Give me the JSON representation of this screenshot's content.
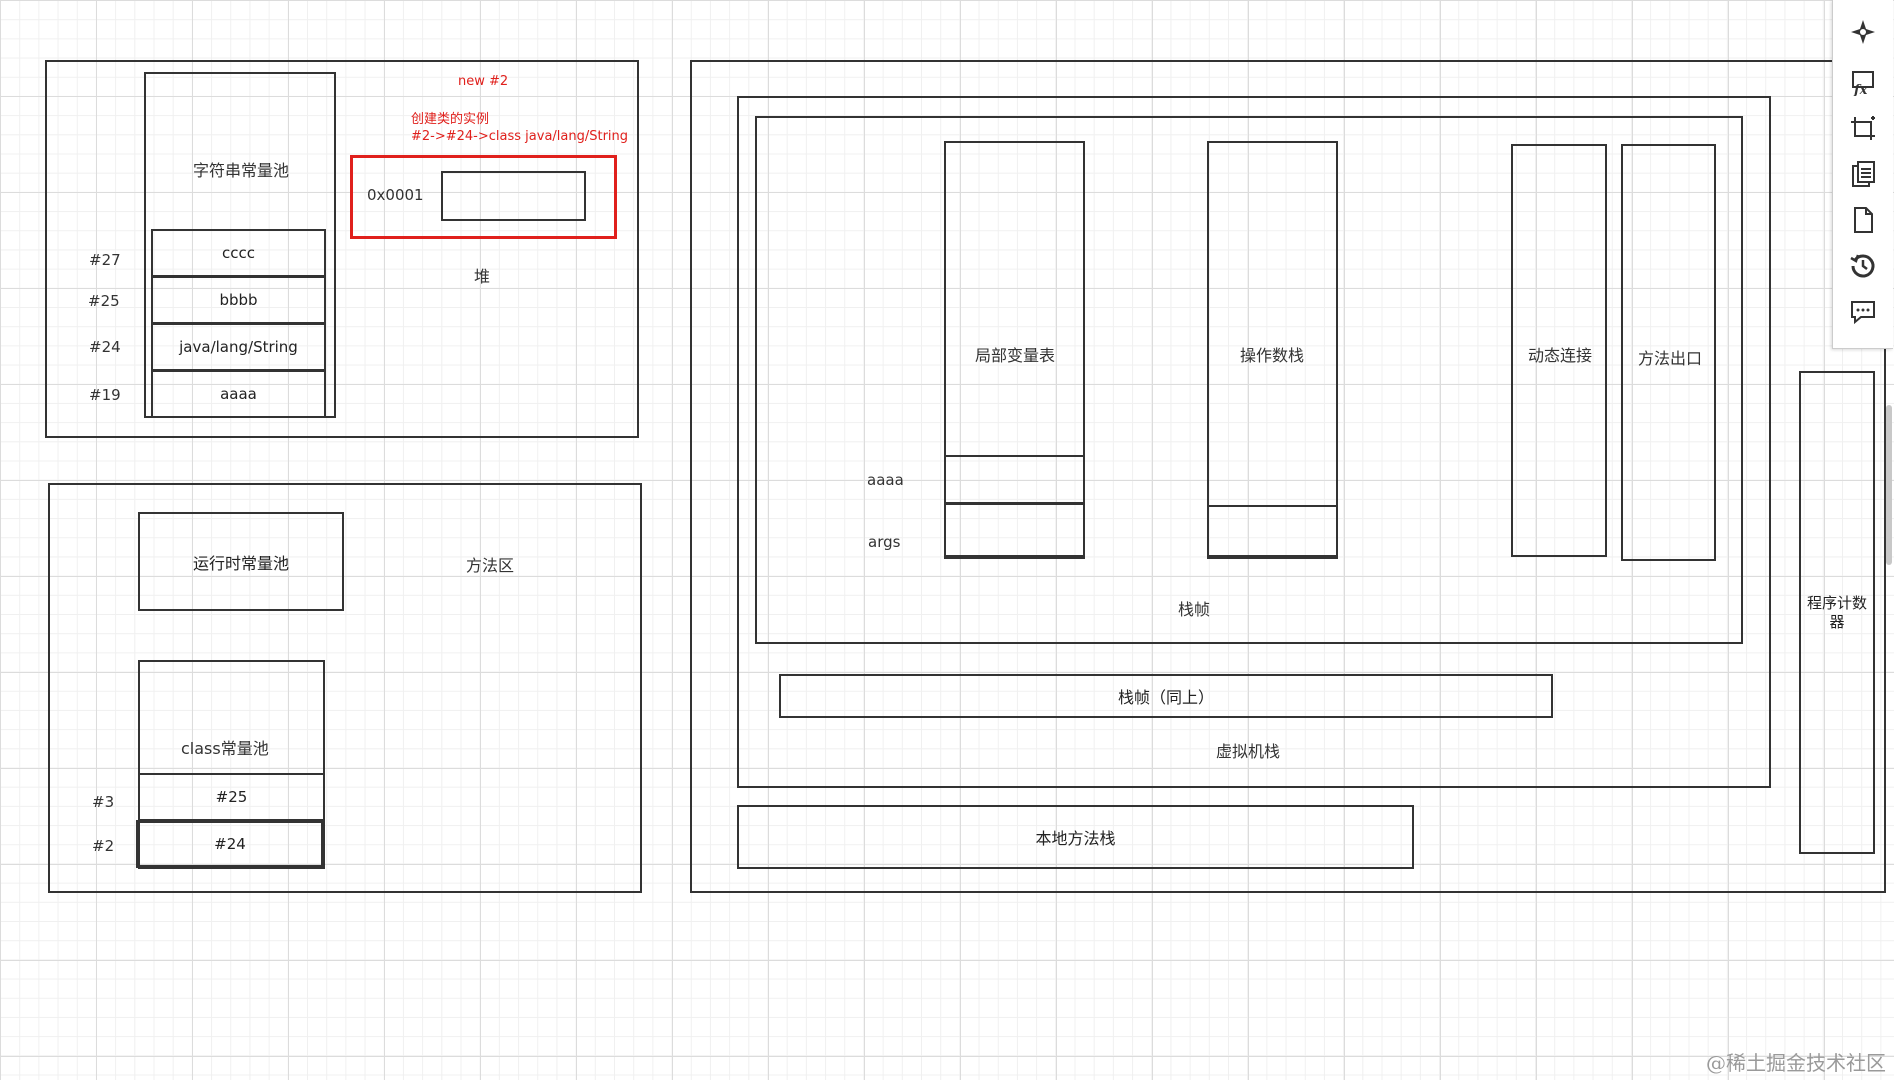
{
  "heap": {
    "label": "堆",
    "new_label": "new #2",
    "note_line1": "创建类的实例",
    "note_line2": "#2->#24->class java/lang/String",
    "address": "0x0001"
  },
  "string_pool": {
    "title": "字符串常量池",
    "entries": [
      {
        "index": "#27",
        "value": "cccc"
      },
      {
        "index": "#25",
        "value": "bbbb"
      },
      {
        "index": "#24",
        "value": "java/lang/String"
      },
      {
        "index": "#19",
        "value": "aaaa"
      }
    ]
  },
  "method_area": {
    "label": "方法区",
    "runtime_pool": "运行时常量池",
    "class_pool": {
      "title": "class常量池",
      "entries": [
        {
          "index": "#3",
          "value": "#25"
        },
        {
          "index": "#2",
          "value": "#24"
        }
      ]
    }
  },
  "vm_stack": {
    "label": "虚拟机栈",
    "frame": {
      "label": "栈帧",
      "locals": {
        "title": "局部变量表",
        "slots": [
          "aaaa",
          "args"
        ]
      },
      "operand_stack": "操作数栈",
      "dynamic_link": "动态连接",
      "method_exit": "方法出口"
    },
    "frame_same": "栈帧（同上）"
  },
  "native_stack": "本地方法栈",
  "pc_counter": "程序计数器",
  "toolbar_icons": [
    "navigate-icon",
    "function-icon",
    "crop-icon",
    "pages-icon",
    "page-icon",
    "history-icon",
    "comment-icon"
  ],
  "watermark": "@稀土掘金技术社区"
}
